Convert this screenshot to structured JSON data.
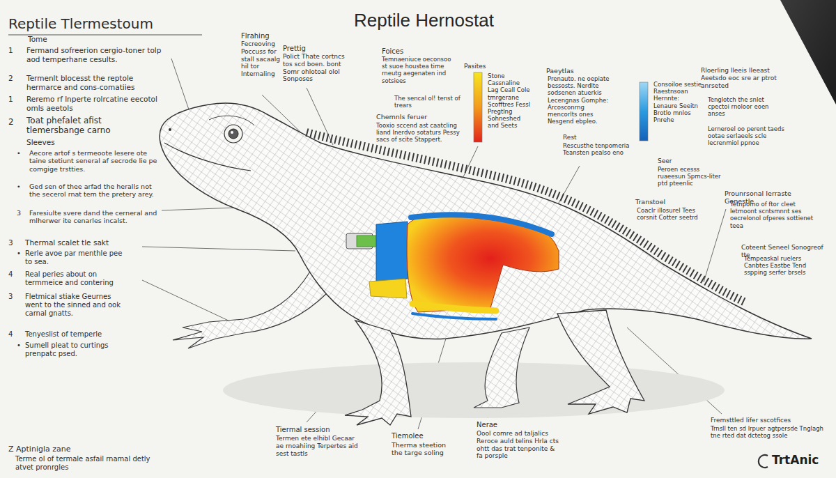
{
  "diagram": {
    "title": "Reptile Hernostat",
    "labels": [
      "Reptile Tlermestoum",
      "Tome",
      "1",
      "Fermand sofreerion cergio-toner tolp aod temperhane cesults.",
      "2",
      "Termenlt blocesst the reptole hermarce and cons-comatiies",
      "1",
      "Reremo rf lnperte rolrcatine eecotol omls aeetols",
      "2",
      "Toat phefalet afist tlemersbange carno",
      "Sleeves",
      "•",
      "Aecore artof s termeoote lesere ote taine stetiunt seneral af secrode lie pe comgige trstties.",
      "•",
      "Ged sen of thee arfad the heralls not the secerol rnat tem the pretery arey.",
      "3",
      "Faresiulte svere dand the cerneral and mlherwer ite cenarles incalst.",
      "3",
      "Thermal scalet tle sakt",
      "•",
      "Rerle avoe par menthle pee to sea.",
      "4",
      "Real peries about on termmeice and contering",
      "3",
      "Fletmical stiake Geurnes went to the sinned and ook carnal gnatts.",
      "4",
      "Tenyeslist of temperle",
      "•",
      "Sumell pleat to curtings prenpatc psed.",
      "Z Aptinigla zane",
      "Terme ol of termale asfail rnamal detly atvet pronrgles",
      "Flrahing",
      "Fecreoving Poccuss for stall sacaalg hil tor Internaling",
      "Prettig",
      "Polict Thate cortncs tos scd boen. bont Somr ohlotoal olol Sonposes",
      "Foices",
      "Temnaeniuce oeconsoo st suoe houstea time rneutg aegenaten ind sotsiees",
      "The sencal ol! tenst of trears",
      "Chemnls feruer",
      "Tooxio sccend ast caatcling liand Inerdvo sotaturs Pessy sacs of scite Stappert.",
      "Pasites",
      "Stone Cassnaline Lag Ceall Cole tmrgerane Scofftres Fessl Pregtlng Sohneshed and Seets",
      "Paeytlas",
      "Prenauto. ne oepiate bessosts. Nerdlte sodsenen atuerkis Lecengnas Gomphe: Arcosconrng mencorlts ones Nesgend ebpleo.",
      "Rest",
      "Rescusthe tenpomeria Teansten pealso eno",
      "Consoiloe sestie Raestnsoan Hernnte: Lenaure Seeitn Brotlo mnlos Pnrehe",
      "Seer",
      "Peroen ecesss ruaeesun Spmcs-liter ptd pteenlic",
      "Rloerling lleeis lleeast Aeetsdo eoc sre ar ptrot anrseted",
      "Tenglotch the snlet cpectoi rnoloor eoen anses",
      "Lerneroel oo perent taeds ootae serlaeels scle lecrenmiol ppnoe",
      "Prounrsonal Ierraste Gonestle",
      "Tetnpomo of ftor cleet letmoont scntsmnnt ses oecrelonol ofperes sottienet teea",
      "Transtoel",
      "Coaclr illosurel Tees corsnit Cotter seetrd",
      "Coteent Seneel Sonogreof tte",
      "Tempeaskal ruelers Canbtes Eastbe Tend sspping serfer brsels",
      "Tiermal session",
      "Termen ete elhibl Gecaar ae rnoahiing Terpertes aid sest tastls",
      "Tiemolee",
      "Therma steetion the targe soling",
      "Nerae",
      "Oool comre ad taljalics Reroce auld telins Hrla cts ohtt das trat tenponite & fa porsple",
      "Fremsttled lifer sscotfices",
      "Trnsll ten sd lrpuer agtpersde Tnglagh tne rted dat dctetog ssole",
      "TrtAnic"
    ]
  }
}
